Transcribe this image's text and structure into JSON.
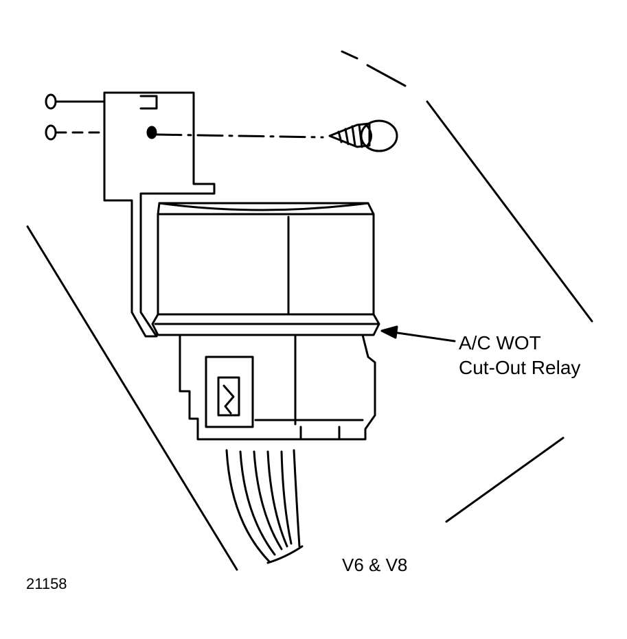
{
  "callout": {
    "line1": "A/C WOT",
    "line2": "Cut-Out Relay"
  },
  "variant_label": "V6 & V8",
  "figure_number": "21158",
  "colors": {
    "ink": "#000000",
    "paper": "#ffffff"
  }
}
